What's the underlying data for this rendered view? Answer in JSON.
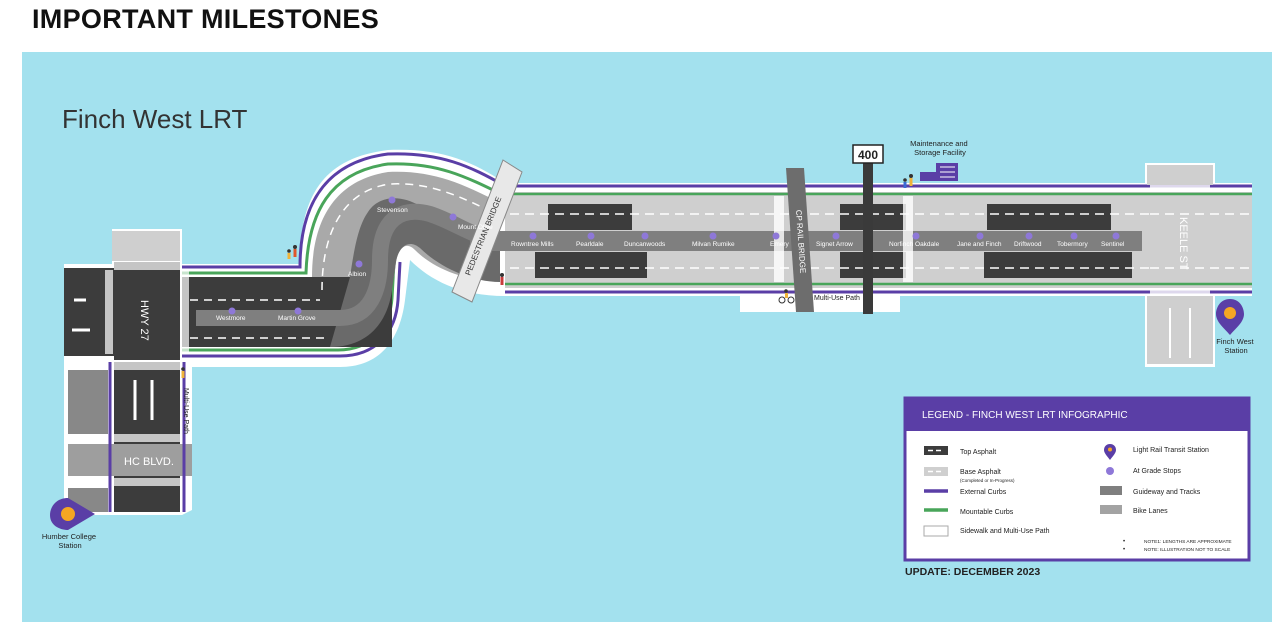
{
  "page_title": "IMPORTANT MILESTONES",
  "map": {
    "title": "Finch West LRT",
    "update": "UPDATE: DECEMBER 2023",
    "colors": {
      "water": "#a3e1ee",
      "white": "#ffffff",
      "purple": "#5a3ea6",
      "green": "#49a55a",
      "light_road": "#cfcfcf",
      "dark_road": "#3c3c3c",
      "guideway": "#7f7f7f",
      "station_fill": "#f5a623"
    },
    "stations": [
      {
        "name": "Humber College\nStation",
        "lines": [
          "Humber College",
          "Station"
        ]
      },
      {
        "name": "Finch West Station",
        "lines": [
          "Finch West",
          "Station"
        ]
      }
    ],
    "stops": [
      "Westmore",
      "Martin Grove",
      "Albion",
      "Stevenson",
      "Mount Olive",
      "Rowntree Mills",
      "Pearldale",
      "Duncanwoods",
      "Milvan Rumike",
      "Emery",
      "Signet Arrow",
      "Norfinch Oakdale",
      "Jane and Finch",
      "Driftwood",
      "Tobermory",
      "Sentinel"
    ],
    "streets": {
      "hwy27": "HWY 27",
      "hc_blvd": "HC BLVD.",
      "keele": "KEELE ST",
      "ped_bridge": "PEDESTRIAN BRIDGE",
      "cp_bridge": "CP RAIL BRIDGE",
      "hwy400": "400",
      "multi_use_path": "Multi-Use Path",
      "multi_use_path_vertical": "Multi-Use Path",
      "maintenance": [
        "Maintenance and",
        "Storage Facility"
      ]
    }
  },
  "legend": {
    "title": "LEGEND - FINCH WEST LRT INFOGRAPHIC",
    "left_items": [
      {
        "icon": "top-asphalt",
        "label": "Top Asphalt"
      },
      {
        "icon": "base-asphalt",
        "label": "Base Asphalt",
        "sublabel": "(Completed or In-Progress)"
      },
      {
        "icon": "external-curbs",
        "label": "External Curbs"
      },
      {
        "icon": "mountable-curbs",
        "label": "Mountable Curbs"
      },
      {
        "icon": "sidewalk",
        "label": "Sidewalk and Multi-Use Path"
      }
    ],
    "right_items": [
      {
        "icon": "lrt-station-pin",
        "label": "Light Rail Transit Station"
      },
      {
        "icon": "at-grade-stop",
        "label": "At Grade Stops"
      },
      {
        "icon": "guideway",
        "label": "Guideway and Tracks"
      },
      {
        "icon": "bike-lanes",
        "label": "Bike Lanes"
      }
    ],
    "notes": [
      "NOTE1: LENGTHS ARE APPROXIMATE",
      "NOTE: ILLUSTRATION NOT TO SCALE"
    ]
  }
}
